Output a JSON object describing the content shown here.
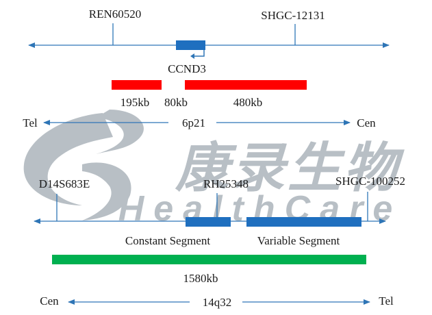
{
  "colors": {
    "axis": "#2e75b6",
    "red_bar": "#ff0000",
    "blue_bar": "#1f6fbf",
    "green_bar": "#00b050",
    "watermark": "#7f8c96",
    "text": "#1a1a1a"
  },
  "top_panel": {
    "markers": {
      "left": "REN60520",
      "right": "SHGC-12131"
    },
    "gene": "CCND3",
    "segments": {
      "left": "195kb",
      "gap": "80kb",
      "right": "480kb"
    },
    "axis": {
      "left_end": "Tel",
      "band": "6p21",
      "right_end": "Cen"
    }
  },
  "bottom_panel": {
    "markers": {
      "left": "D14S683E",
      "middle": "RH25348",
      "right": "SHGC-100252"
    },
    "segments": {
      "constant": "Constant Segment",
      "variable": "Variable Segment"
    },
    "span": "1580kb",
    "axis": {
      "left_end": "Cen",
      "band": "14q32",
      "right_end": "Tel"
    }
  },
  "watermark": {
    "cn_text": "康录生物",
    "en_text": "HealthCare"
  }
}
